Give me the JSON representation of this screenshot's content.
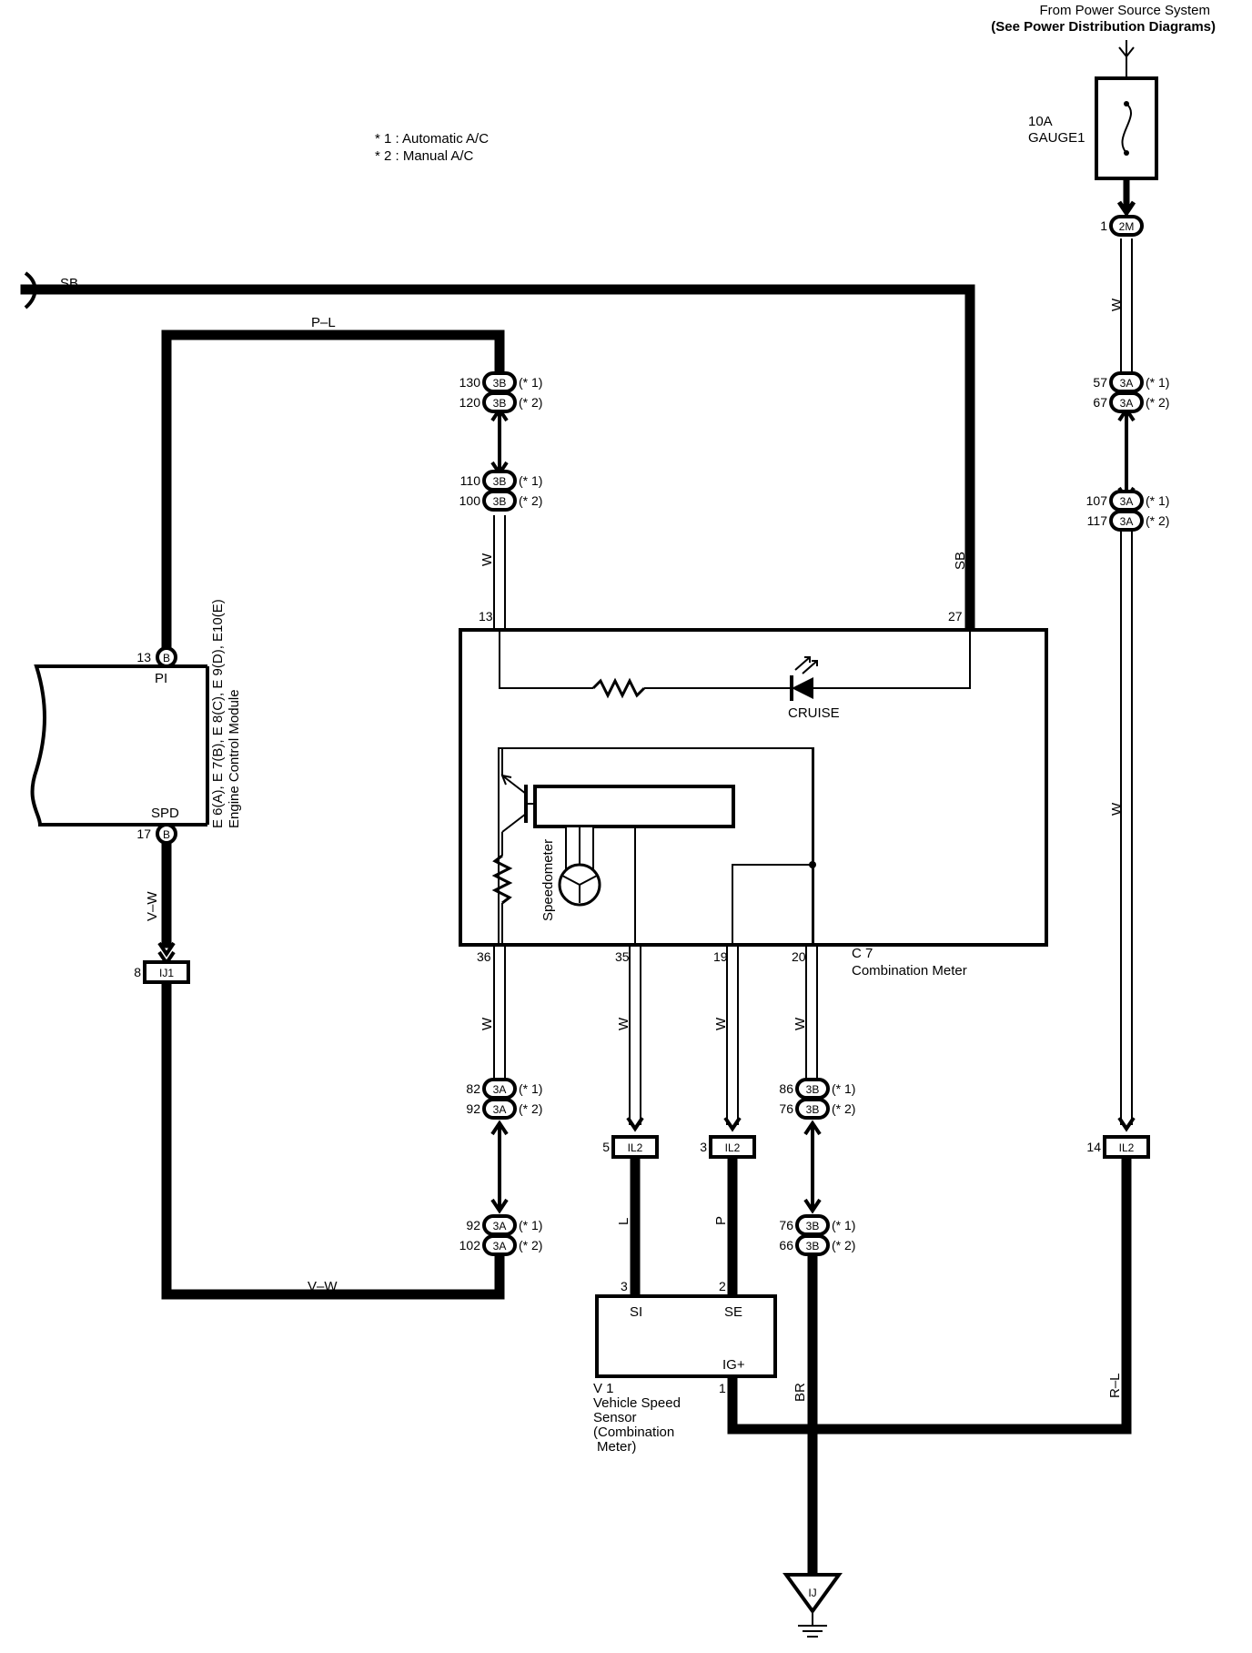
{
  "header": {
    "source_line1": "From Power Source System",
    "source_line2": "(See Power Distribution Diagrams)",
    "fuse_amp": "10A",
    "fuse_name": "GAUGE1"
  },
  "legend": {
    "line1": "* 1 : Automatic A/C",
    "line2": "* 2 : Manual A/C"
  },
  "wires": {
    "sb": "SB",
    "pl": "P–L",
    "w": "W",
    "vw": "V–W",
    "l": "L",
    "p": "P",
    "br": "BR",
    "rl": "R–L"
  },
  "ecm": {
    "ref": "E 6(A), E 7(B), E 8(C), E 9(D), E10(E)",
    "name": "Engine Control Module",
    "pin_top": "13",
    "pin_bottom": "17",
    "conn": "B",
    "term_pi": "PI",
    "term_spd": "SPD"
  },
  "meter": {
    "ref": "C 7",
    "name": "Combination Meter",
    "cruise": "CRUISE",
    "speedometer": "Speedometer",
    "pins": {
      "p13": "13",
      "p27": "27",
      "p36": "36",
      "p35": "35",
      "p19": "19",
      "p20": "20"
    }
  },
  "sensor": {
    "ref": "V 1",
    "line1": "Vehicle Speed",
    "line2": "Sensor",
    "line3": "(Combination",
    "line4": "Meter)",
    "term_si": "SI",
    "term_se": "SE",
    "term_ig": "IG+",
    "pin_si": "3",
    "pin_se": "2",
    "pin_ig": "1"
  },
  "connectors": {
    "c2m": {
      "pin": "1",
      "code": "2M"
    },
    "c3b_top_a": {
      "pin": "130",
      "code": "3B",
      "note": "(* 1)"
    },
    "c3b_top_b": {
      "pin": "120",
      "code": "3B",
      "note": "(* 2)"
    },
    "c3b_mid_a": {
      "pin": "110",
      "code": "3B",
      "note": "(* 1)"
    },
    "c3b_mid_b": {
      "pin": "100",
      "code": "3B",
      "note": "(* 2)"
    },
    "c3a_r1a": {
      "pin": "57",
      "code": "3A",
      "note": "(* 1)"
    },
    "c3a_r1b": {
      "pin": "67",
      "code": "3A",
      "note": "(* 2)"
    },
    "c3a_r2a": {
      "pin": "107",
      "code": "3A",
      "note": "(* 1)"
    },
    "c3a_r2b": {
      "pin": "117",
      "code": "3A",
      "note": "(* 2)"
    },
    "ij1": {
      "pin": "8",
      "code": "IJ1"
    },
    "c3a_l1a": {
      "pin": "82",
      "code": "3A",
      "note": "(* 1)"
    },
    "c3a_l1b": {
      "pin": "92",
      "code": "3A",
      "note": "(* 2)"
    },
    "c3a_l2a": {
      "pin": "92",
      "code": "3A",
      "note": "(* 1)"
    },
    "c3a_l2b": {
      "pin": "102",
      "code": "3A",
      "note": "(* 2)"
    },
    "c3b_b1a": {
      "pin": "86",
      "code": "3B",
      "note": "(* 1)"
    },
    "c3b_b1b": {
      "pin": "76",
      "code": "3B",
      "note": "(* 2)"
    },
    "c3b_b2a": {
      "pin": "76",
      "code": "3B",
      "note": "(* 1)"
    },
    "c3b_b2b": {
      "pin": "66",
      "code": "3B",
      "note": "(* 2)"
    },
    "il2_a": {
      "pin": "5",
      "code": "IL2"
    },
    "il2_b": {
      "pin": "3",
      "code": "IL2"
    },
    "il2_c": {
      "pin": "14",
      "code": "IL2"
    },
    "ground": {
      "code": "IJ"
    }
  }
}
